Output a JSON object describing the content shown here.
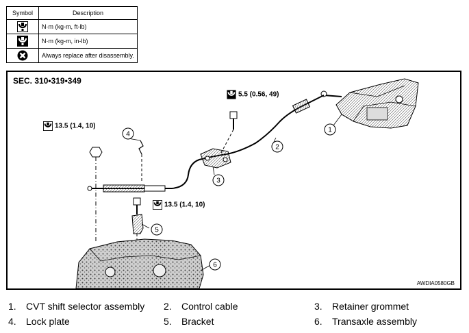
{
  "symbol_table": {
    "header_symbol": "Symbol",
    "header_description": "Description",
    "rows": [
      {
        "icon": "torque-wrench-icon",
        "description": "N·m (kg-m, ft-lb)"
      },
      {
        "icon": "torque-wrench-inlb-icon",
        "description": "N·m (kg-m, in-lb)"
      },
      {
        "icon": "always-replace-icon",
        "description": "Always replace after disassembly."
      }
    ]
  },
  "diagram": {
    "section": "SEC. 310•319•349",
    "figure_code": "AWDIA0580GB",
    "torque_specs": [
      {
        "label": "5.5 (0.56, 49)",
        "unit_icon": "torque-wrench-inlb-icon"
      },
      {
        "label": "13.5 (1.4, 10)",
        "unit_icon": "torque-wrench-icon"
      },
      {
        "label": "13.5 (1.4, 10)",
        "unit_icon": "torque-wrench-icon"
      }
    ],
    "callouts": [
      "1",
      "2",
      "3",
      "4",
      "5",
      "6"
    ]
  },
  "legend": [
    {
      "num": "1.",
      "text": "CVT shift selector assembly"
    },
    {
      "num": "2.",
      "text": "Control cable"
    },
    {
      "num": "3.",
      "text": "Retainer grommet"
    },
    {
      "num": "4.",
      "text": "Lock plate"
    },
    {
      "num": "5.",
      "text": "Bracket"
    },
    {
      "num": "6.",
      "text": "Transaxle assembly"
    }
  ]
}
